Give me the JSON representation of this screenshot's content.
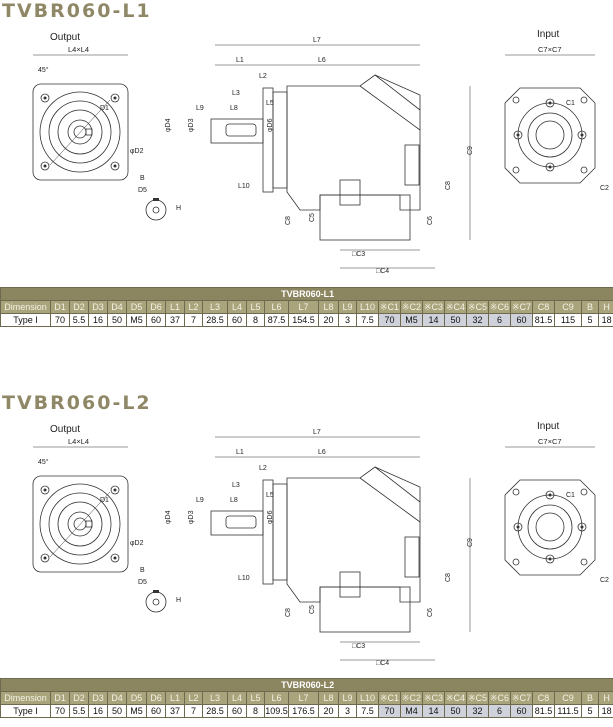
{
  "sections": [
    {
      "title": "TVBR060-L1",
      "views": {
        "output": "Output",
        "input": "Input",
        "output_size": "L4×L4",
        "input_size": "C7×C7",
        "angle": "45°"
      },
      "labels": {
        "D1": "D1",
        "D2": "φD2",
        "B": "B",
        "D5": "D5",
        "H": "H",
        "L7": "L7",
        "L1": "L1",
        "L6": "L6",
        "L2": "L2",
        "L3": "L3",
        "L9": "L9",
        "L8": "L8",
        "D4": "φD4",
        "D3": "φD3",
        "D6": "φD6",
        "L5": "L5",
        "L10": "L10",
        "C8a": "C8",
        "C5": "C5",
        "C6": "C6",
        "C3": "□C3",
        "C4": "□C4",
        "C8b": "C8",
        "C9": "C9",
        "C1": "C1",
        "C2": "C2"
      },
      "table": {
        "caption": "TVBR060-L1",
        "headers": [
          "Dimension",
          "D1",
          "D2",
          "D3",
          "D4",
          "D5",
          "D6",
          "L1",
          "L2",
          "L3",
          "L4",
          "L5",
          "L6",
          "L7",
          "L8",
          "L9",
          "L10",
          "※C1",
          "※C2",
          "※C3",
          "※C4",
          "※C5",
          "※C6",
          "※C7",
          "C8",
          "C9",
          "B",
          "H"
        ],
        "row": [
          "Type I",
          "70",
          "5.5",
          "16",
          "50",
          "M5",
          "60",
          "37",
          "7",
          "28.5",
          "60",
          "8",
          "87.5",
          "154.5",
          "20",
          "3",
          "7.5",
          "70",
          "M5",
          "14",
          "50",
          "32",
          "6",
          "60",
          "81.5",
          "115",
          "5",
          "18"
        ]
      }
    },
    {
      "title": "TVBR060-L2",
      "views": {
        "output": "Output",
        "input": "Input",
        "output_size": "L4×L4",
        "input_size": "C7×C7",
        "angle": "45°"
      },
      "labels": {
        "D1": "D1",
        "D2": "φD2",
        "B": "B",
        "D5": "D5",
        "H": "H",
        "L7": "L7",
        "L1": "L1",
        "L6": "L6",
        "L2": "L2",
        "L3": "L3",
        "L9": "L9",
        "L8": "L8",
        "D4": "φD4",
        "D3": "φD3",
        "D6": "φD6",
        "L5": "L5",
        "L10": "L10",
        "C8a": "C8",
        "C5": "C5",
        "C6": "C6",
        "C3": "□C3",
        "C4": "□C4",
        "C8b": "C8",
        "C9": "C9",
        "C1": "C1",
        "C2": "C2"
      },
      "table": {
        "caption": "TVBR060-L2",
        "headers": [
          "Dimension",
          "D1",
          "D2",
          "D3",
          "D4",
          "D5",
          "D6",
          "L1",
          "L2",
          "L3",
          "L4",
          "L5",
          "L6",
          "L7",
          "L8",
          "L9",
          "L10",
          "※C1",
          "※C2",
          "※C3",
          "※C4",
          "※C5",
          "※C6",
          "※C7",
          "C8",
          "C9",
          "B",
          "H"
        ],
        "row": [
          "Type I",
          "70",
          "5.5",
          "16",
          "50",
          "M5",
          "60",
          "37",
          "7",
          "28.5",
          "60",
          "8",
          "109.5",
          "176.5",
          "20",
          "3",
          "7.5",
          "70",
          "M4",
          "14",
          "50",
          "32",
          "6",
          "60",
          "81.5",
          "111.5",
          "5",
          "18"
        ]
      }
    }
  ]
}
